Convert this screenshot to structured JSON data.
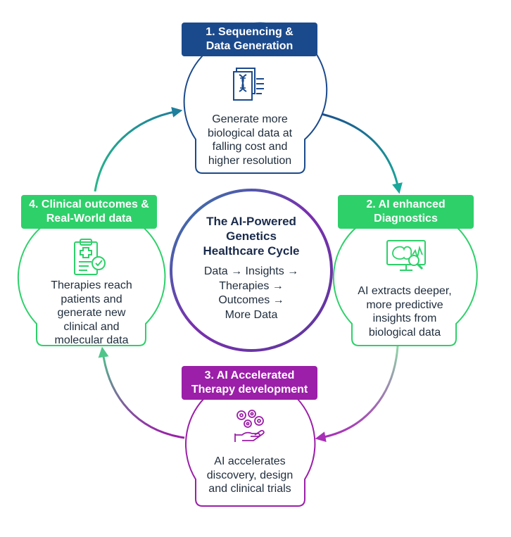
{
  "center": {
    "title": [
      "The AI-Powered",
      "Genetics",
      "Healthcare Cycle"
    ],
    "subtitle": [
      "Data → Insights →",
      "Therapies →",
      "Outcomes →",
      "More Data"
    ]
  },
  "steps": [
    {
      "badge": [
        "1. Sequencing &",
        "Data Generation"
      ],
      "desc": [
        "Generate more",
        "biological data at",
        "falling cost and",
        "higher resolution"
      ],
      "icon": "dna-document-icon",
      "color": "#1b4a8c"
    },
    {
      "badge": [
        "2. AI enhanced",
        "Diagnostics"
      ],
      "desc": [
        "AI extracts deeper,",
        "more predictive",
        "insights from",
        "biological data"
      ],
      "icon": "brain-monitor-icon",
      "color": "#2ed06a"
    },
    {
      "badge": [
        "3. AI Accelerated",
        "Therapy development"
      ],
      "desc": [
        "AI accelerates",
        "discovery, design",
        "and clinical trials"
      ],
      "icon": "gears-hand-icon",
      "color": "#9b1fa8"
    },
    {
      "badge": [
        "4. Clinical outcomes &",
        "Real-World data"
      ],
      "desc": [
        "Therapies reach",
        "patients and",
        "generate new",
        "clinical and",
        "molecular data"
      ],
      "icon": "clipboard-check-icon",
      "color": "#2ed06a"
    }
  ]
}
